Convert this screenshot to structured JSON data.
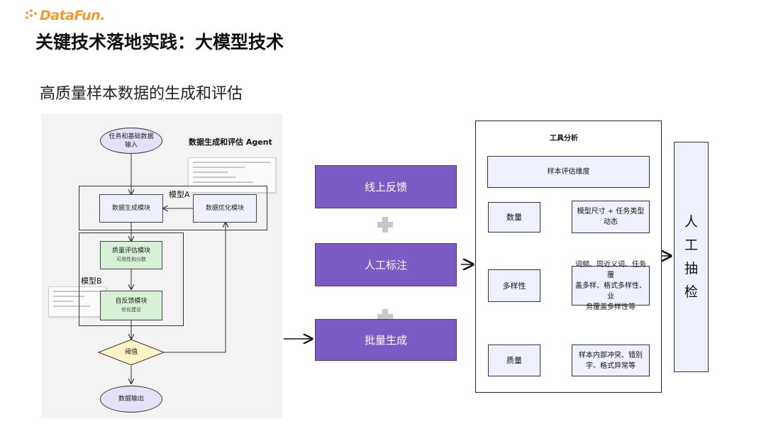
{
  "logo": {
    "text": "DataFun."
  },
  "title": "关键技术落地实践：大模型技术",
  "subtitle": "高质量样本数据的生成和评估",
  "flow": {
    "agent_title": "数据生成和评估 Agent",
    "input_node": {
      "line1": "任务和基础数据",
      "line2": "输入"
    },
    "model_a_label": "模型A",
    "model_b_label": "模型B",
    "data_gen": "数据生成模块",
    "data_opt": "数据优化模块",
    "quality_eval": {
      "title": "质量评估模块",
      "sub": "可用性和分数"
    },
    "self_feedback": {
      "title": "自反馈模块",
      "sub": "优化建议"
    },
    "threshold": "阈值",
    "output_node": "数据输出"
  },
  "middle": {
    "online_feedback": "线上反馈",
    "manual_label": "人工标注",
    "batch_gen": "批量生成"
  },
  "tools": {
    "title": "工具分析",
    "dimension": "样本评估维度",
    "rows": [
      {
        "name": "数量",
        "desc": "模型尺寸 + 任务类型\n动态"
      },
      {
        "name": "多样性",
        "desc": "词频、同近义词、任务覆\n盖多样、格式多样性、业\n务覆盖多样性等"
      },
      {
        "name": "质量",
        "desc": "样本内部冲突、错别\n字、格式异常等"
      }
    ]
  },
  "manual_check": [
    "人",
    "工",
    "抽",
    "检"
  ],
  "colors": {
    "purple": "#7b5cc4",
    "logo_orange": "#f39a2c",
    "panel_bg": "#f3f3f3",
    "ellipse_fill": "#e7e1f8",
    "green_fill": "#d8f0d6",
    "diamond_fill": "#fdf3c4",
    "box_blue": "#eef1fb"
  }
}
